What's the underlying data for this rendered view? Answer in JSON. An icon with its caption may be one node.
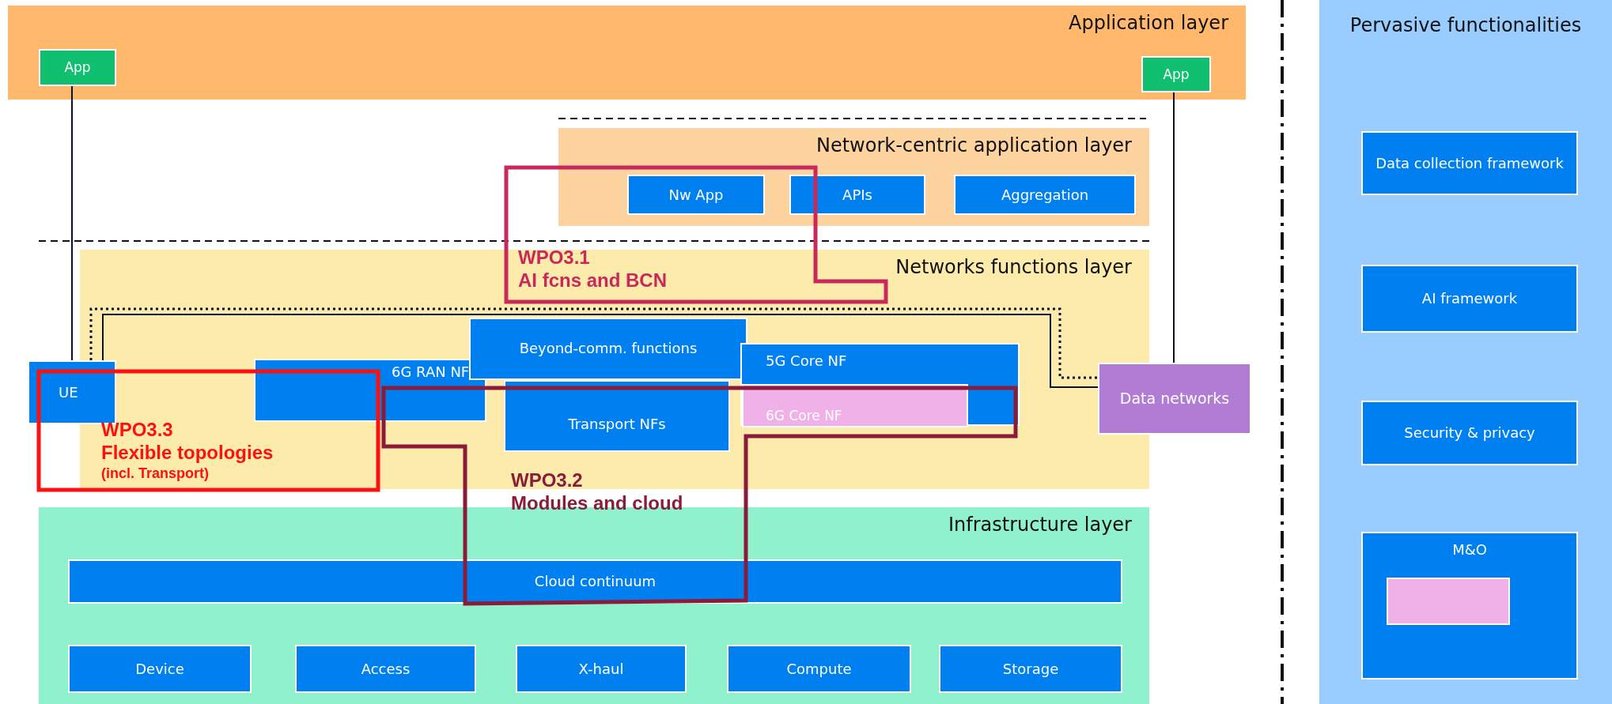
{
  "diagram": {
    "nodes": [
      {
        "text": [
          "Application layer"
        ]
      },
      {
        "text": [
          "App"
        ],
        "in": 0
      },
      {
        "text": [
          "App"
        ],
        "in": 0
      },
      {
        "text": [
          "Network-centric application layer"
        ]
      },
      {
        "text": [
          "Nw App"
        ]
      },
      {
        "text": [
          "APIs"
        ],
        "in": 3
      },
      {
        "text": [
          "Aggregation"
        ],
        "in": 3
      },
      {
        "text": [
          "Networks functions layer"
        ]
      },
      {
        "text": [
          "WPO3.1",
          "AI fcns and BCN"
        ]
      },
      {
        "text": [
          "UE"
        ]
      },
      {
        "text": [
          "6G RAN NF"
        ],
        "in": 7
      },
      {
        "text": [
          "Beyond-comm. functions"
        ],
        "in": 7
      },
      {
        "text": [
          "5G Core NF"
        ],
        "in": 7
      },
      {
        "text": [
          "6G Core NF"
        ],
        "in": 12
      },
      {
        "text": [
          "Transport NFs"
        ],
        "in": 7
      },
      {
        "text": [
          "Data networks"
        ]
      },
      {
        "text": [
          "WPO3.3",
          "Flexible topologies",
          "(incl. Transport)"
        ]
      },
      {
        "text": [
          "WPO3.2",
          "Modules and cloud"
        ]
      },
      {
        "text": [
          "Infrastructure layer"
        ]
      },
      {
        "text": [
          "Cloud continuum"
        ],
        "in": 18
      },
      {
        "text": [
          "Device"
        ],
        "in": 18
      },
      {
        "text": [
          "Access"
        ],
        "in": 18
      },
      {
        "text": [
          "X-haul"
        ],
        "in": 18
      },
      {
        "text": [
          "Compute"
        ],
        "in": 18
      },
      {
        "text": [
          "Storage"
        ],
        "in": 18
      },
      {
        "text": [
          "Pervasive functionalities"
        ]
      },
      {
        "text": [
          "Data collection framework"
        ],
        "in": 25
      },
      {
        "text": [
          "AI framework"
        ],
        "in": 25
      },
      {
        "text": [
          "Security & privacy"
        ],
        "in": 25
      },
      {
        "text": [
          "M&O"
        ],
        "in": 25
      },
      {
        "text": [],
        "shape": "box",
        "in": 29
      }
    ],
    "edges": [
      {
        "from": 1,
        "to": 9,
        "arrow": "none"
      },
      {
        "from": 2,
        "to": 15,
        "arrow": "none"
      },
      {
        "from": 9,
        "to": 15,
        "arrow": "none"
      },
      {
        "from": 9,
        "to": 15,
        "arrow": "none",
        "style": "dashed"
      }
    ]
  }
}
